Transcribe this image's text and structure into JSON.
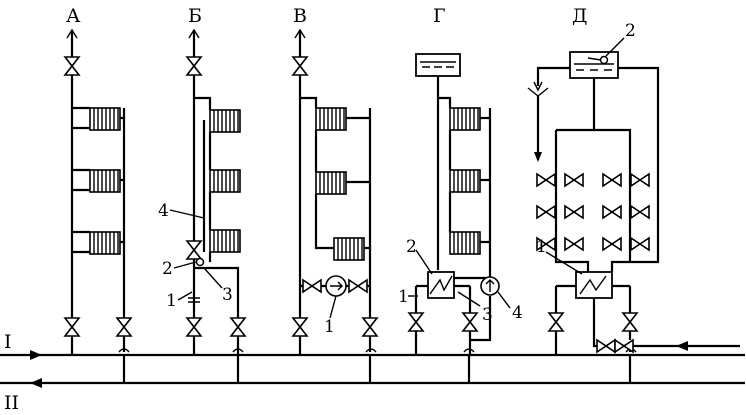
{
  "diagram": {
    "sections": [
      "А",
      "Б",
      "В",
      "Г",
      "Д"
    ],
    "mains": [
      "I",
      "II"
    ],
    "callouts": {
      "b_4": "4",
      "b_2": "2",
      "b_1": "1",
      "b_3": "3",
      "v_1": "1",
      "g_2": "2",
      "g_1": "1",
      "g_3": "3",
      "g_4": "4",
      "d_2": "2",
      "d_1": "1"
    }
  }
}
